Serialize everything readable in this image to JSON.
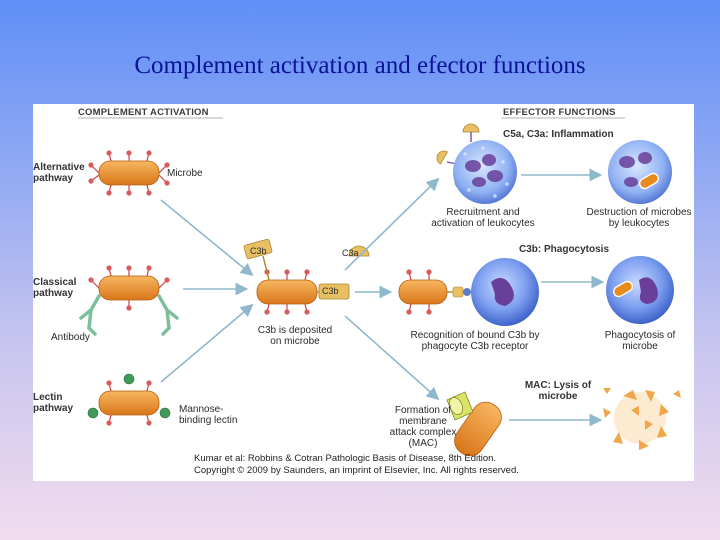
{
  "slide": {
    "title": "Complement activation and efector functions"
  },
  "figure": {
    "activation_header": "COMPLEMENT ACTIVATION",
    "effector_header": "EFFECTOR FUNCTIONS",
    "pathways": {
      "alternative": "Alternative pathway",
      "classical": "Classical pathway",
      "lectin": "Lectin pathway"
    },
    "microbe": "Microbe",
    "antibody": "Antibody",
    "mbl": "Mannose-binding lectin",
    "c3b_tag": "C3b",
    "c3a_tag": "C3a",
    "c3b_deposited": "C3b is deposited on microbe",
    "effectors": {
      "inflammation_title": "C5a, C3a: Inflammation",
      "recruitment": "Recruitment and activation of leukocytes",
      "destruction": "Destruction of microbes by leukocytes",
      "phago_title": "C3b: Phagocytosis",
      "recognition": "Recognition of bound C3b by phagocyte C3b receptor",
      "phagocytosis": "Phagocytosis of microbe",
      "mac_title": "MAC: Lysis of microbe",
      "mac_formation": "Formation of membrane attack complex (MAC)"
    },
    "credit_line1": "Kumar et al: Robbins & Cotran Pathologic Basis of Disease, 8th Edition.",
    "credit_line2": "Copyright © 2009 by Saunders, an imprint of Elsevier, Inc. All rights reserved."
  },
  "colors": {
    "microbe": "#e88a1e",
    "spike": "#d85a5a",
    "arrow": "#8fb8cc",
    "cell_body": "#6a8fe0",
    "nucleus": "#6a3f9a"
  }
}
